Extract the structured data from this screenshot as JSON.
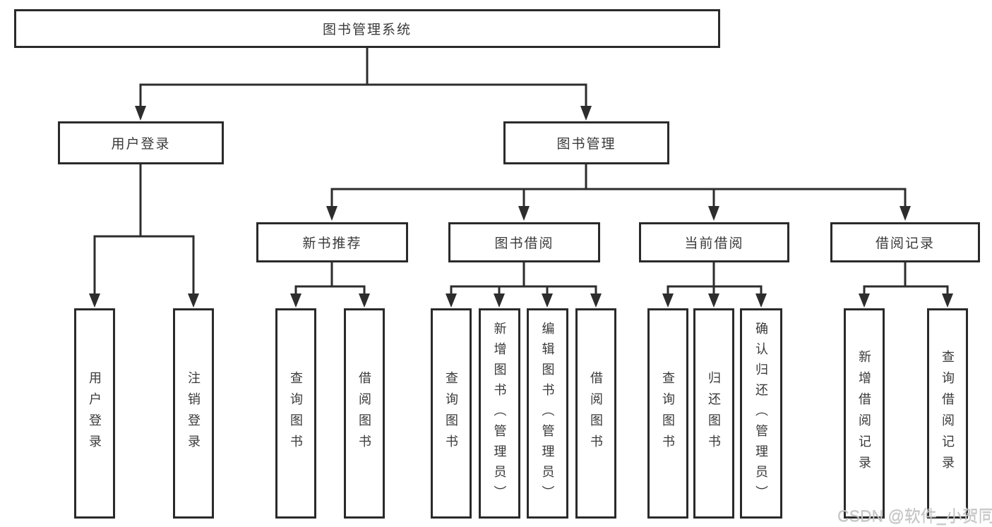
{
  "diagram_title": "图书管理系统",
  "tree": {
    "root": "图书管理系统",
    "user_login": {
      "label": "用户登录",
      "children": [
        "用户登录",
        "注销登录"
      ]
    },
    "book_mgmt": {
      "label": "图书管理",
      "sections": [
        {
          "label": "新书推荐",
          "children": [
            "查询图书",
            "借阅图书"
          ]
        },
        {
          "label": "图书借阅",
          "children": [
            "查询图书",
            "新增图书（管理员）",
            "编辑图书（管理员）",
            "借阅图书"
          ]
        },
        {
          "label": "当前借阅",
          "children": [
            "查询图书",
            "归还图书",
            "确认归还（管理员）"
          ]
        },
        {
          "label": "借阅记录",
          "children": [
            "新增借阅记录",
            "查询借阅记录"
          ]
        }
      ]
    }
  },
  "watermark": "CSDN @软件_小贺同学",
  "colors": {
    "line": "#2d2d2d",
    "border": "#2a2a2a",
    "text": "#3a3a3a",
    "watermark": "#c6c6c6",
    "background": "#ffffff"
  }
}
